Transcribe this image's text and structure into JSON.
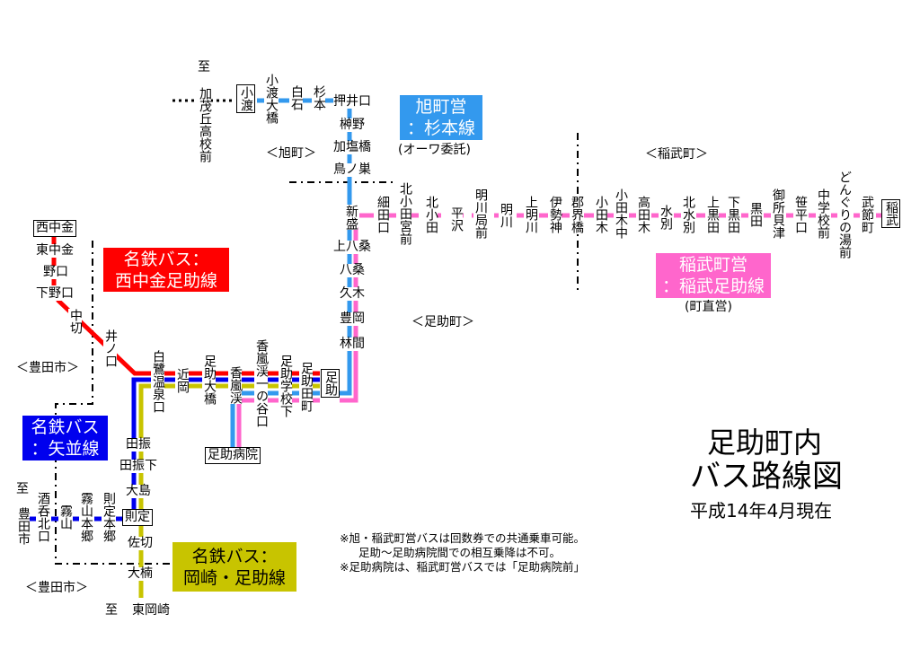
{
  "title": {
    "line1": "足助町内",
    "line2": "バス路線図",
    "date": "平成14年4月現在"
  },
  "notes": [
    "※旭・稲武町営バスは回数券での共通乗車可能。",
    "足助～足助病院間での相互乗降は不可。",
    "※足助病院は、稲武町営バスでは「足助病院前」"
  ],
  "areas": {
    "asahi": "＜旭町＞",
    "inabu": "＜稲武町＞",
    "asuke": "＜足助町＞",
    "toyota1": "＜豊田市＞",
    "toyota2": "＜豊田市＞"
  },
  "legends": {
    "sugimoto": {
      "line1": "旭町営",
      "line2": "：杉本線",
      "sub": "(オーワ委託)",
      "color": "#3399ee"
    },
    "inabu": {
      "line1": "稲武町営",
      "line2": "：稲武足助線",
      "sub": "(町直営)",
      "color": "#ff66cc"
    },
    "nishinakagane": {
      "line1": "名鉄バス：",
      "line2": "西中金足助線",
      "color": "#ff0000"
    },
    "yanami": {
      "line1": "名鉄バス",
      "line2": "：矢並線",
      "color": "#0000ee"
    },
    "okazaki": {
      "line1": "名鉄バス：",
      "line2": "岡崎・足助線",
      "color": "#c8c400"
    }
  },
  "stops": {
    "sugimoto": {
      "to_mark": "至",
      "to": "加茂丘高校前",
      "terminal": "小渡",
      "list": [
        "小渡大橋",
        "白石",
        "杉本",
        "押井口",
        "榊野",
        "加塩橋",
        "鳥ノ巣"
      ]
    },
    "shared_north": [
      "新盛",
      "上八桑",
      "八桑",
      "久木",
      "豊岡",
      "林間"
    ],
    "inabu": [
      "細田口",
      "北小田宮前",
      "北小田",
      "平沢",
      "明川局前",
      "明川",
      "上明川",
      "伊勢神",
      "郡界橋",
      "小田木",
      "小田木中",
      "高田木",
      "水別",
      "北水別",
      "上黒田",
      "下黒田",
      "黒田",
      "御所貝津",
      "笹平口",
      "中学校前",
      "どんぐりの湯前",
      "武節町"
    ],
    "inabu_terminal": "稲武",
    "nishinakagane": {
      "terminal": "西中金",
      "list": [
        "東中金",
        "野口",
        "下野口",
        "中切",
        "井ノ口"
      ]
    },
    "central": [
      "白鷺温泉口",
      "近岡",
      "足助大橋",
      "香嵐渓",
      "香嵐渓一の谷口",
      "足助学校下",
      "足助田町"
    ],
    "asuke_terminal": "足助",
    "hospital": "足助病院",
    "south": [
      "田振",
      "田振下",
      "大島"
    ],
    "norisada": "則定",
    "yanami": {
      "to_mark": "至",
      "to": "豊田市",
      "list": [
        "酒呑北口",
        "霧山",
        "霧山本郷",
        "則定本郷"
      ]
    },
    "okazaki": {
      "list": [
        "佐切",
        "大楠"
      ],
      "to_mark": "至",
      "to": "東岡崎"
    }
  }
}
